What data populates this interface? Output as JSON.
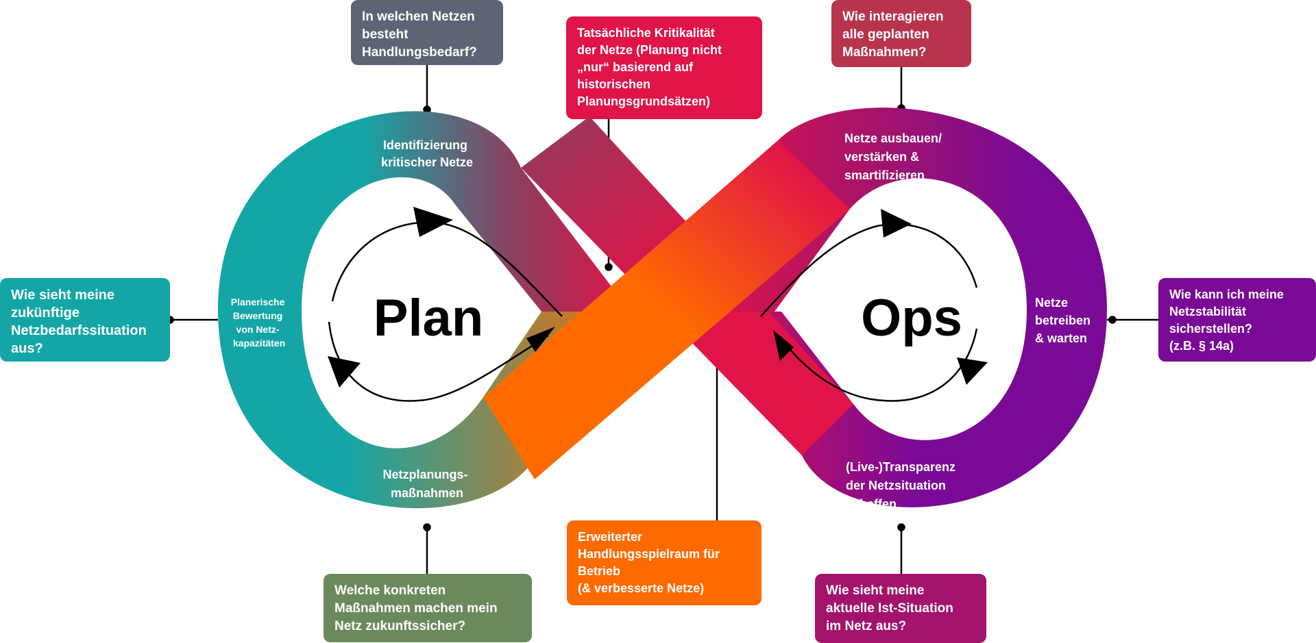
{
  "colors": {
    "teal": "#14A6A6",
    "mauve": "#8C3E5E",
    "crimson": "#E01448",
    "orange": "#FF6A00",
    "purple": "#7A0A96",
    "magenta": "#A4136B",
    "slate": "#5E6375",
    "green": "#6B8A5C"
  },
  "center": {
    "plan": "Plan",
    "ops": "Ops"
  },
  "loop_labels": {
    "identifizierung": [
      "Identifizierung",
      "kritischer Netze"
    ],
    "bewertung": [
      "Planerische",
      "Bewertung",
      "von Netz-",
      "kapazitäten"
    ],
    "massnahmen": [
      "Netzplanungs-",
      "maßnahmen"
    ],
    "ausbauen": [
      "Netze ausbauen/",
      "verstärken &",
      "smartifizieren"
    ],
    "betreiben": [
      "Netze",
      "betreiben",
      "& warten"
    ],
    "transparenz": [
      "(Live-)Transparenz",
      "der Netzsituation",
      "schaffen"
    ]
  },
  "boxes": {
    "handlungsbedarf": "In welchen Netzen\nbesteht\nHandlungsbedarf?",
    "kritikalitaet": "Tatsächliche Kritikalität\nder Netze (Planung nicht\n„nur“ basierend auf\nhistorischen\nPlanungsgrundsätzen)",
    "interagieren": "Wie interagieren\nalle geplanten\nMaßnahmen?",
    "netzbedarf": "Wie sieht meine\nzukünftige\nNetzbedarfssituation\naus?",
    "netzstabilitaet": "Wie kann ich meine\nNetzstabilität\nsicherstellen?\n(z.B. § 14a)",
    "zukunftssicher": "Welche konkreten\nMaßnahmen machen mein\nNetz zukunftssicher?",
    "handlungsspielraum": "Erweiterter\nHandlungsspielraum für\nBetrieb\n(& verbesserte Netze)",
    "ist_situation": "Wie sieht meine\naktuelle Ist-Situation\nim Netz aus?"
  }
}
